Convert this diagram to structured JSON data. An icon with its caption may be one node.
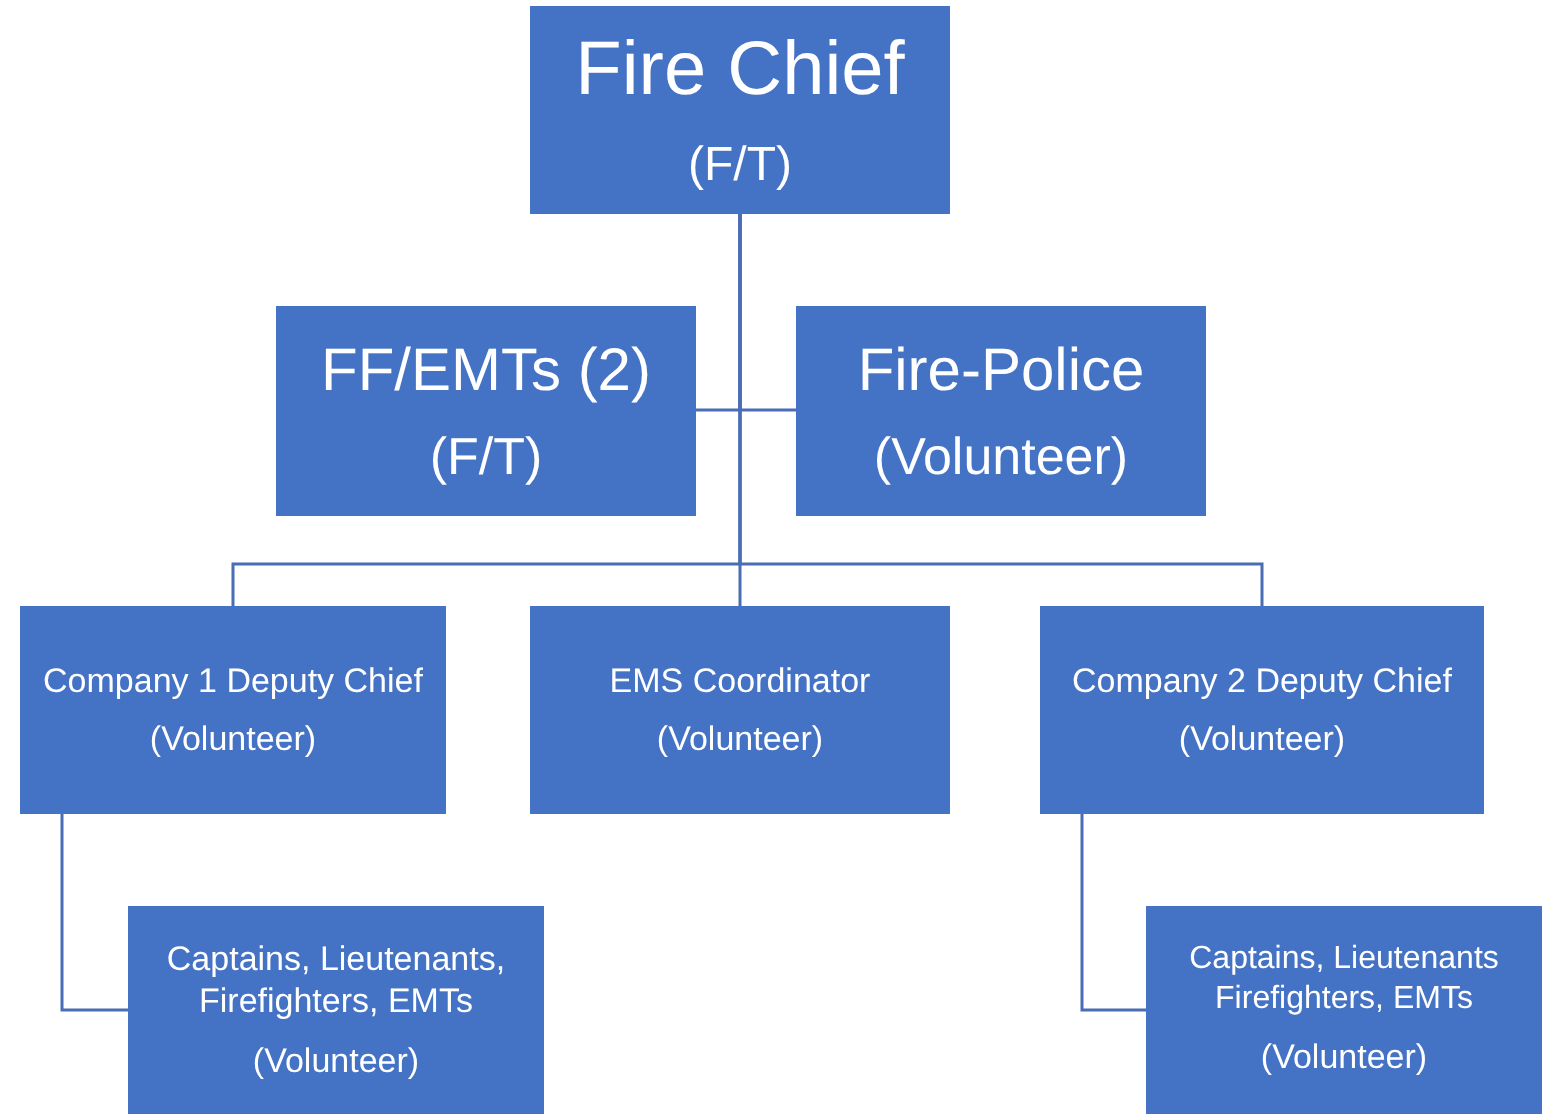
{
  "diagram": {
    "nodes": [
      {
        "text": [
          "Fire Chief",
          "(F/T)"
        ]
      },
      {
        "text": [
          "FF/EMTs (2)",
          "(F/T)"
        ]
      },
      {
        "text": [
          "Fire-Police",
          "(Volunteer)"
        ]
      },
      {
        "text": [
          "Company 1 Deputy Chief",
          "(Volunteer)"
        ]
      },
      {
        "text": [
          "EMS Coordinator",
          "(Volunteer)"
        ]
      },
      {
        "text": [
          "Company 2 Deputy Chief",
          "(Volunteer)"
        ]
      },
      {
        "text": [
          "Captains, Lieutenants, Firefighters, EMTs",
          "(Volunteer)"
        ]
      },
      {
        "text": [
          "Captains, Lieutenants Firefighters, EMTs",
          "(Volunteer)"
        ]
      }
    ],
    "edges": [
      {
        "from": 0,
        "to": 1,
        "arrow": "none"
      },
      {
        "from": 0,
        "to": 2,
        "arrow": "none"
      },
      {
        "from": 0,
        "to": 3,
        "arrow": "none"
      },
      {
        "from": 0,
        "to": 4,
        "arrow": "none"
      },
      {
        "from": 0,
        "to": 5,
        "arrow": "none"
      },
      {
        "from": 3,
        "to": 6,
        "arrow": "none"
      },
      {
        "from": 5,
        "to": 7,
        "arrow": "none"
      }
    ]
  }
}
